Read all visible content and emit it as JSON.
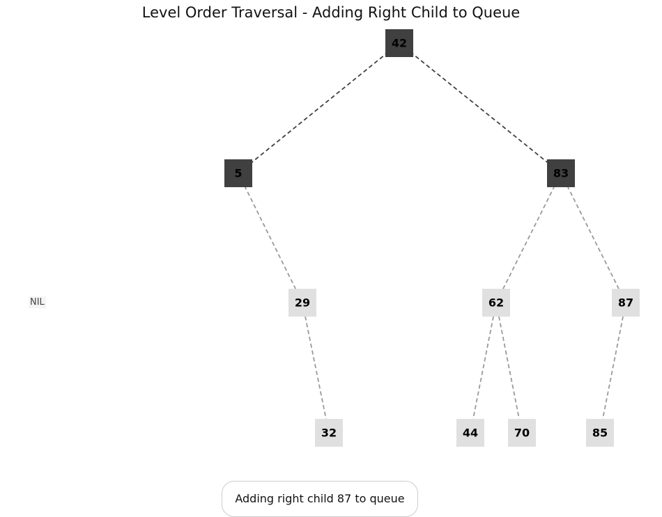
{
  "title": "Level Order Traversal - Adding Right Child to Queue",
  "nil_label": "NIL",
  "status_text": "Adding right child 87 to queue",
  "colors": {
    "visited_node": "#404040",
    "pending_node": "#e0e0e0",
    "visited_edge": "#404040",
    "pending_edge": "#9a9a9a",
    "node_text": "#000000"
  },
  "tree": {
    "nodes": [
      {
        "id": "n42",
        "label": "42",
        "state": "visited"
      },
      {
        "id": "n5",
        "label": "5",
        "state": "visited"
      },
      {
        "id": "n83",
        "label": "83",
        "state": "visited"
      },
      {
        "id": "n29",
        "label": "29",
        "state": "pending"
      },
      {
        "id": "n62",
        "label": "62",
        "state": "pending"
      },
      {
        "id": "n87",
        "label": "87",
        "state": "pending"
      },
      {
        "id": "n32",
        "label": "32",
        "state": "pending"
      },
      {
        "id": "n44",
        "label": "44",
        "state": "pending"
      },
      {
        "id": "n70",
        "label": "70",
        "state": "pending"
      },
      {
        "id": "n85",
        "label": "85",
        "state": "pending"
      }
    ],
    "edges": [
      {
        "from": "n42",
        "to": "n5",
        "state": "visited"
      },
      {
        "from": "n42",
        "to": "n83",
        "state": "visited"
      },
      {
        "from": "n5",
        "to": "n29",
        "state": "pending"
      },
      {
        "from": "n83",
        "to": "n62",
        "state": "pending"
      },
      {
        "from": "n83",
        "to": "n87",
        "state": "pending"
      },
      {
        "from": "n29",
        "to": "n32",
        "state": "pending"
      },
      {
        "from": "n62",
        "to": "n44",
        "state": "pending"
      },
      {
        "from": "n62",
        "to": "n70",
        "state": "pending"
      },
      {
        "from": "n87",
        "to": "n85",
        "state": "pending"
      }
    ]
  }
}
